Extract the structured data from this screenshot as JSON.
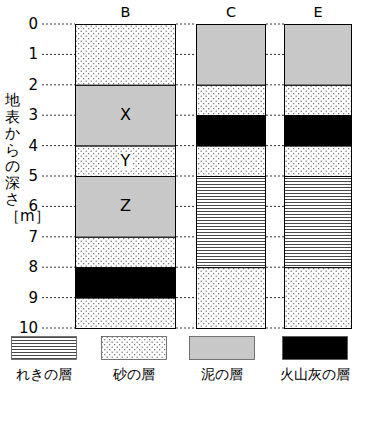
{
  "diagram": {
    "nodes": [
      {
        "text": [
          "B"
        ]
      },
      {
        "text": [
          "X"
        ],
        "in": 0
      },
      {
        "text": [
          "Y"
        ],
        "in": 0
      },
      {
        "text": [
          "Z"
        ],
        "in": 0
      },
      {
        "text": [
          "C"
        ]
      },
      {
        "text": [
          "E"
        ]
      }
    ],
    "labels": [
      "0",
      "1",
      "2",
      "3",
      "4",
      "5",
      "6",
      "7",
      "8",
      "9",
      "10",
      "地表からの深さ［m］"
    ],
    "legend": [
      {
        "text": "れきの層"
      },
      {
        "text": "砂の層"
      },
      {
        "text": "泥の層",
        "color": "#c8c8c8"
      },
      {
        "text": "火山灰の層",
        "color": "#000000"
      }
    ]
  }
}
